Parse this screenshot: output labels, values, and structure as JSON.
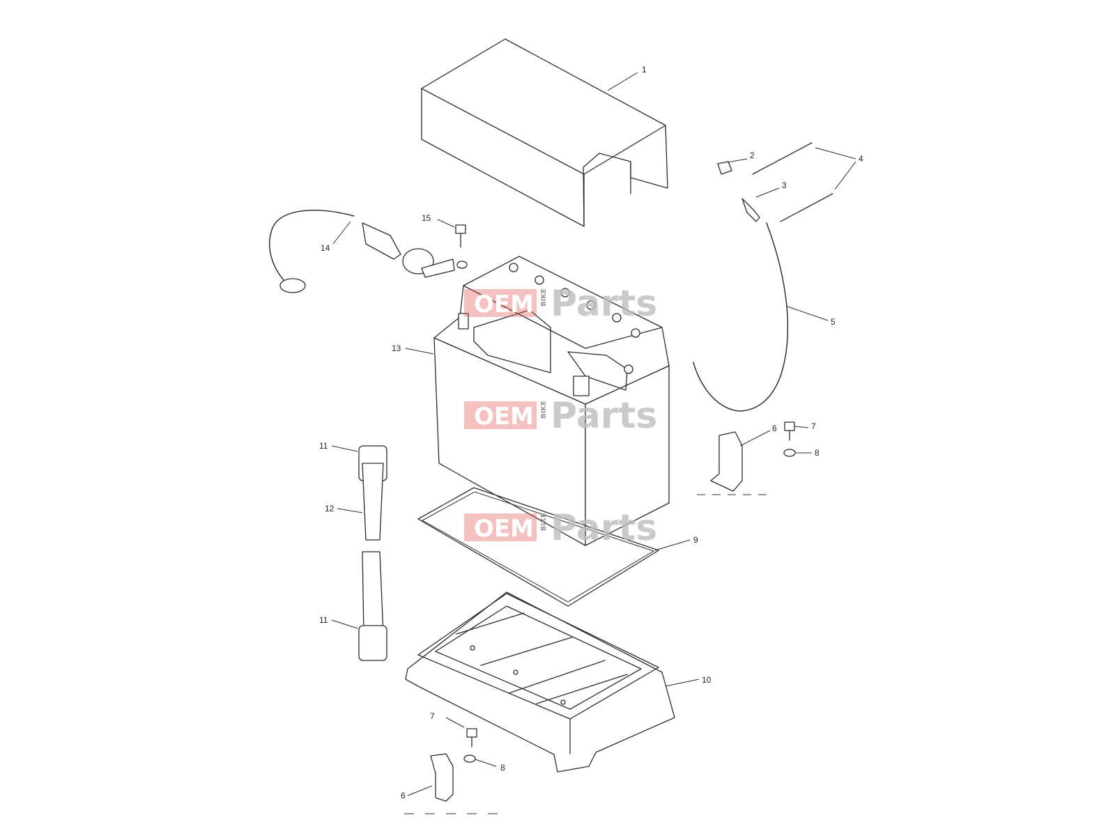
{
  "diagram": {
    "callouts": [
      {
        "id": "c1",
        "label": "1"
      },
      {
        "id": "c2",
        "label": "2"
      },
      {
        "id": "c3",
        "label": "3"
      },
      {
        "id": "c4",
        "label": "4"
      },
      {
        "id": "c5",
        "label": "5"
      },
      {
        "id": "c6a",
        "label": "6"
      },
      {
        "id": "c7a",
        "label": "7"
      },
      {
        "id": "c8a",
        "label": "8"
      },
      {
        "id": "c9",
        "label": "9"
      },
      {
        "id": "c10",
        "label": "10"
      },
      {
        "id": "c11a",
        "label": "11"
      },
      {
        "id": "c12",
        "label": "12"
      },
      {
        "id": "c11b",
        "label": "11"
      },
      {
        "id": "c13",
        "label": "13"
      },
      {
        "id": "c14",
        "label": "14"
      },
      {
        "id": "c15",
        "label": "15"
      },
      {
        "id": "c7b",
        "label": "7"
      },
      {
        "id": "c8b",
        "label": "8"
      },
      {
        "id": "c6b",
        "label": "6"
      }
    ],
    "watermark": {
      "oem": "OEM",
      "bike": "BIKE",
      "parts": "Parts",
      "color": "#e65a5a"
    }
  }
}
